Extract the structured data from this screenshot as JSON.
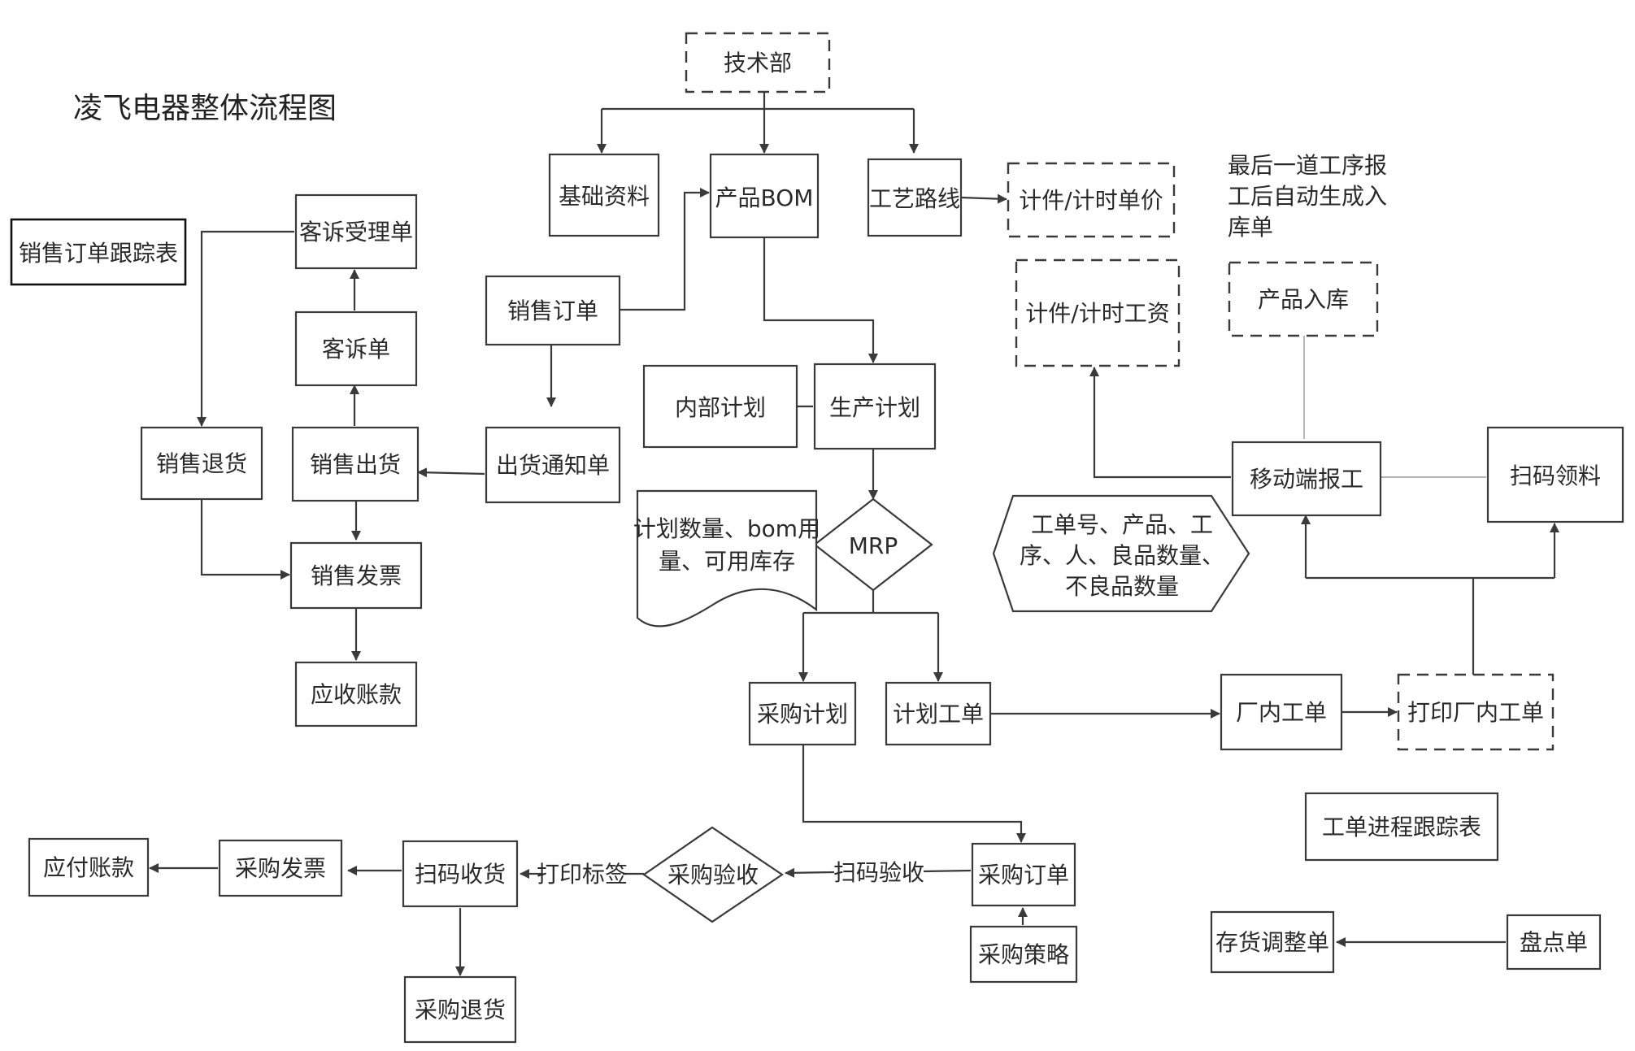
{
  "title": "凌飞电器整体流程图",
  "note": [
    "最后一道工序报",
    "工后自动生成入",
    "库单"
  ],
  "nodes": {
    "tech_dept": "技术部",
    "base_data": "基础资料",
    "product_bom": "产品BOM",
    "process_route": "工艺路线",
    "piece_price": "计件/计时单价",
    "piece_wage": "计件/计时工资",
    "product_stockin": "产品入库",
    "sales_tracking": "销售订单跟踪表",
    "complaint_accept": "客诉受理单",
    "complaint": "客诉单",
    "sales_order": "销售订单",
    "internal_plan": "内部计划",
    "production_plan": "生产计划",
    "mobile_report": "移动端报工",
    "scan_pick": "扫码领料",
    "sales_return": "销售退货",
    "sales_shipment": "销售出货",
    "shipping_notice": "出货通知单",
    "plan_doc": [
      "计划数量、bom用",
      "量、可用库存"
    ],
    "mrp": "MRP",
    "report_fields": [
      "工单号、产品、工",
      "序、人、良品数量、",
      "不良品数量"
    ],
    "sales_invoice": "销售发票",
    "receivable": "应收账款",
    "purchase_plan": "采购计划",
    "plan_workorder": "计划工单",
    "factory_workorder": "厂内工单",
    "print_factory_workorder": "打印厂内工单",
    "workorder_tracking": "工单进程跟踪表",
    "payable": "应付账款",
    "purchase_invoice": "采购发票",
    "scan_receive": "扫码收货",
    "purchase_inspect": "采购验收",
    "purchase_order": "采购订单",
    "purchase_strategy": "采购策略",
    "purchase_return": "采购退货",
    "inventory_adjust": "存货调整单",
    "stocktake": "盘点单"
  },
  "edge_labels": {
    "print_label": "打印标签",
    "scan_inspect": "扫码验收"
  }
}
